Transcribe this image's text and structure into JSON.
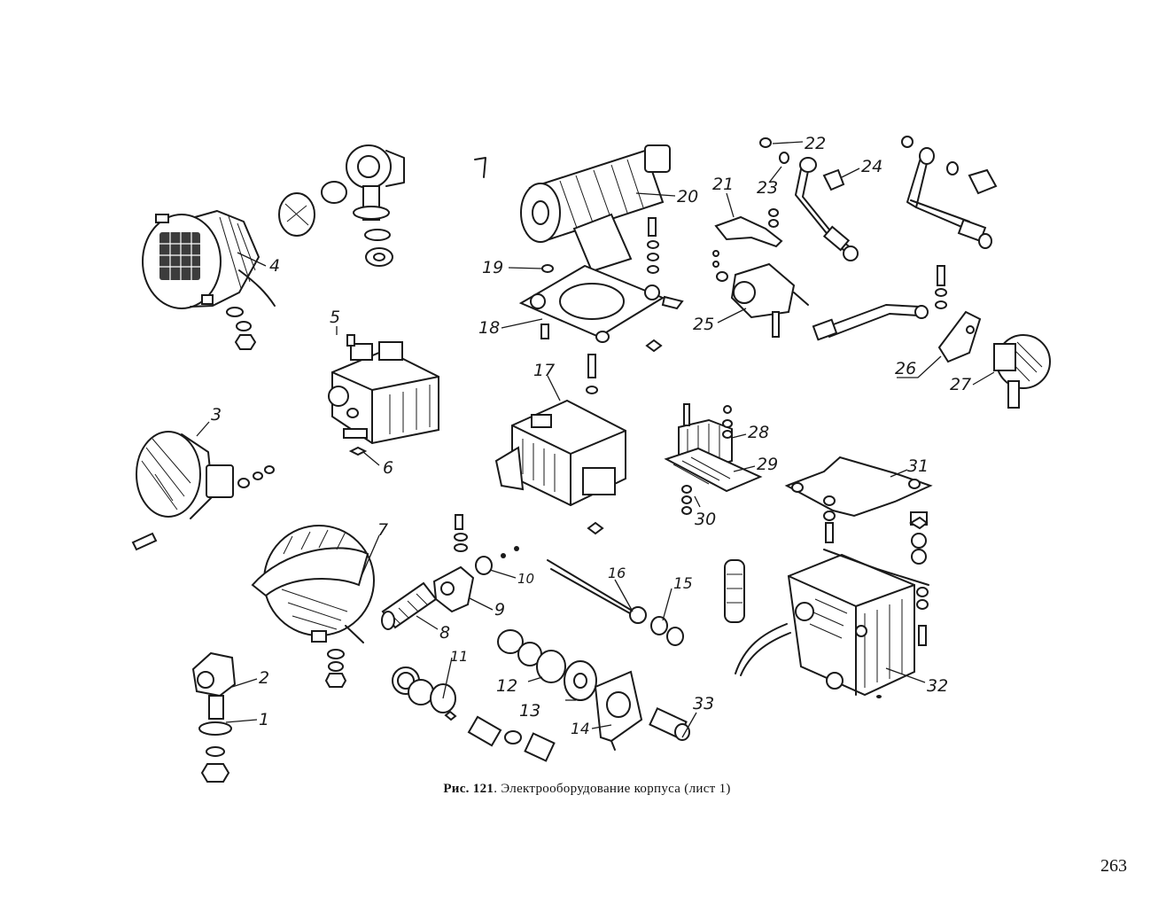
{
  "figure": {
    "label": "Рис. 121",
    "title": "Электрооборудование корпуса (лист 1)"
  },
  "page_number": "263",
  "callouts": [
    "1",
    "2",
    "3",
    "4",
    "5",
    "6",
    "7",
    "8",
    "9",
    "10",
    "11",
    "12",
    "13",
    "14",
    "15",
    "16",
    "17",
    "18",
    "19",
    "20",
    "21",
    "22",
    "23",
    "24",
    "25",
    "26",
    "27",
    "28",
    "29",
    "30",
    "31",
    "32",
    "33"
  ]
}
